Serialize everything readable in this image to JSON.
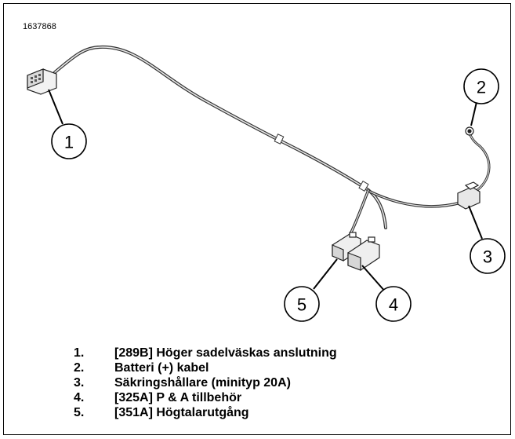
{
  "figure": {
    "id": "1637868",
    "callouts": [
      "1",
      "2",
      "3",
      "4",
      "5"
    ]
  },
  "legend": {
    "items": [
      {
        "num": "1.",
        "text": "[289B] Höger sadelväskas anslutning"
      },
      {
        "num": "2.",
        "text": "Batteri (+) kabel"
      },
      {
        "num": "3.",
        "text": "Säkringshållare (minityp 20A)"
      },
      {
        "num": "4.",
        "text": "[325A] P & A tillbehör"
      },
      {
        "num": "5.",
        "text": "[351A] Högtalarutgång"
      }
    ]
  }
}
